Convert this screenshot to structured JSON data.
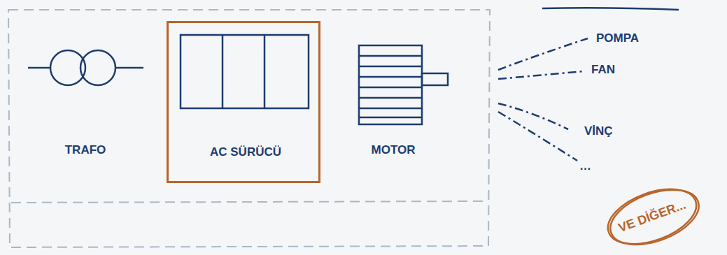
{
  "diagram": {
    "nodes": [
      {
        "text": [
          "AC SÜRÜCÜ"
        ]
      },
      {
        "text": [
          "VE DİĞER..."
        ]
      }
    ],
    "labels": [
      "TRAFO",
      "MOTOR",
      "POMPA",
      "FAN",
      "VİNÇ",
      "…"
    ]
  }
}
